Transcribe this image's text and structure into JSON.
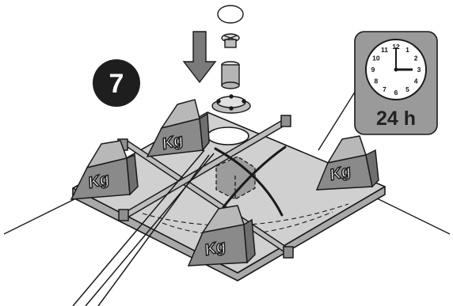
{
  "step": {
    "number": "7"
  },
  "weight_label": "Kg",
  "duration": {
    "label": "24 h"
  },
  "clock": {
    "numbers": [
      "12",
      "1",
      "2",
      "3",
      "4",
      "5",
      "6",
      "7",
      "8",
      "9",
      "10",
      "11"
    ],
    "hour_hand_time": "3:00"
  },
  "colors": {
    "outline": "#1a1a1a",
    "base_top": "#cfcfcf",
    "base_side": "#a9a9a9",
    "weight_front": "#8a8a8a",
    "weight_side": "#6f6f6f",
    "weight_top": "#b8b8b8",
    "badge": "#1e1e1e",
    "clock_panel": "#9a9a9a",
    "arrow": "#7a7a7a"
  }
}
